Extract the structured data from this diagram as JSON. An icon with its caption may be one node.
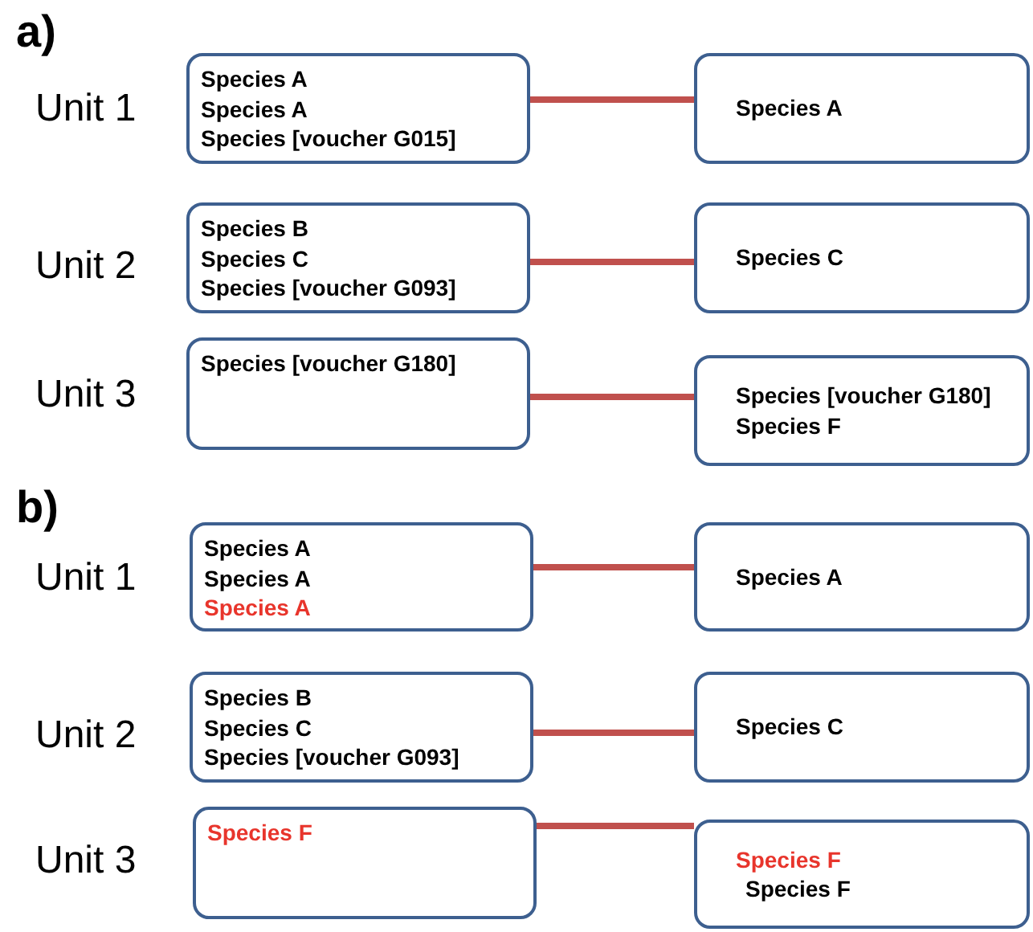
{
  "diagram": {
    "nodes": [
      {
        "text": [
          "Species A",
          "Species A",
          "Species [voucher G015]"
        ]
      },
      {
        "text": [
          "Species A"
        ]
      },
      {
        "text": [
          "Species B",
          "Species C",
          "Species [voucher G093]"
        ]
      },
      {
        "text": [
          "Species C"
        ]
      },
      {
        "text": [
          "Species [voucher G180]"
        ]
      },
      {
        "text": [
          "Species [voucher G180]",
          "Species F"
        ]
      },
      {
        "text": [
          "Species A",
          "Species A",
          "Species A"
        ]
      },
      {
        "text": [
          "Species A"
        ]
      },
      {
        "text": [
          "Species B",
          "Species C",
          "Species [voucher G093]"
        ]
      },
      {
        "text": [
          "Species C"
        ]
      },
      {
        "text": [
          "Species F"
        ]
      },
      {
        "text": [
          "Species F",
          "Species F"
        ]
      }
    ],
    "edges": [
      {
        "from": 0,
        "to": 1,
        "arrow": "none"
      },
      {
        "from": 2,
        "to": 3,
        "arrow": "none"
      },
      {
        "from": 4,
        "to": 5,
        "arrow": "none"
      },
      {
        "from": 6,
        "to": 7,
        "arrow": "none"
      },
      {
        "from": 8,
        "to": 9,
        "arrow": "none"
      },
      {
        "from": 10,
        "to": 11,
        "arrow": "none"
      }
    ],
    "labels": [
      "a)",
      "Unit 1",
      "Unit 2",
      "Unit 3",
      "b)",
      "Unit 1",
      "Unit 2",
      "Unit 3"
    ]
  }
}
